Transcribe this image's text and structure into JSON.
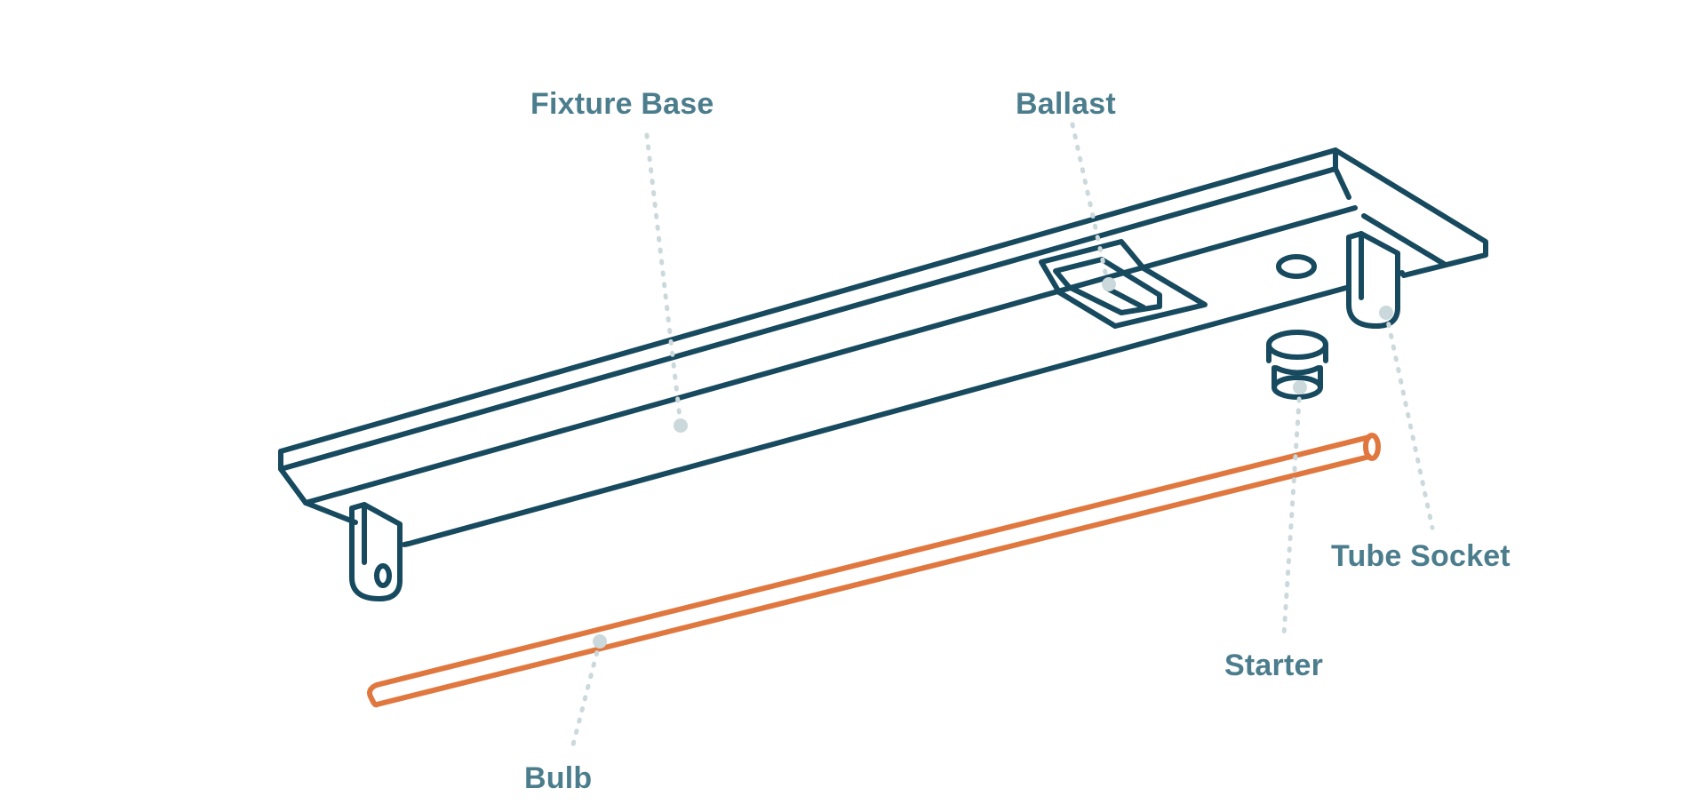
{
  "labels": {
    "fixture_base": "Fixture Base",
    "ballast": "Ballast",
    "tube_socket": "Tube Socket",
    "starter": "Starter",
    "bulb": "Bulb"
  },
  "colors": {
    "outline": "#174a5e",
    "bulb": "#e0773f",
    "label": "#4b7d8d",
    "leader": "#cbd9dc",
    "background": "#ffffff"
  }
}
